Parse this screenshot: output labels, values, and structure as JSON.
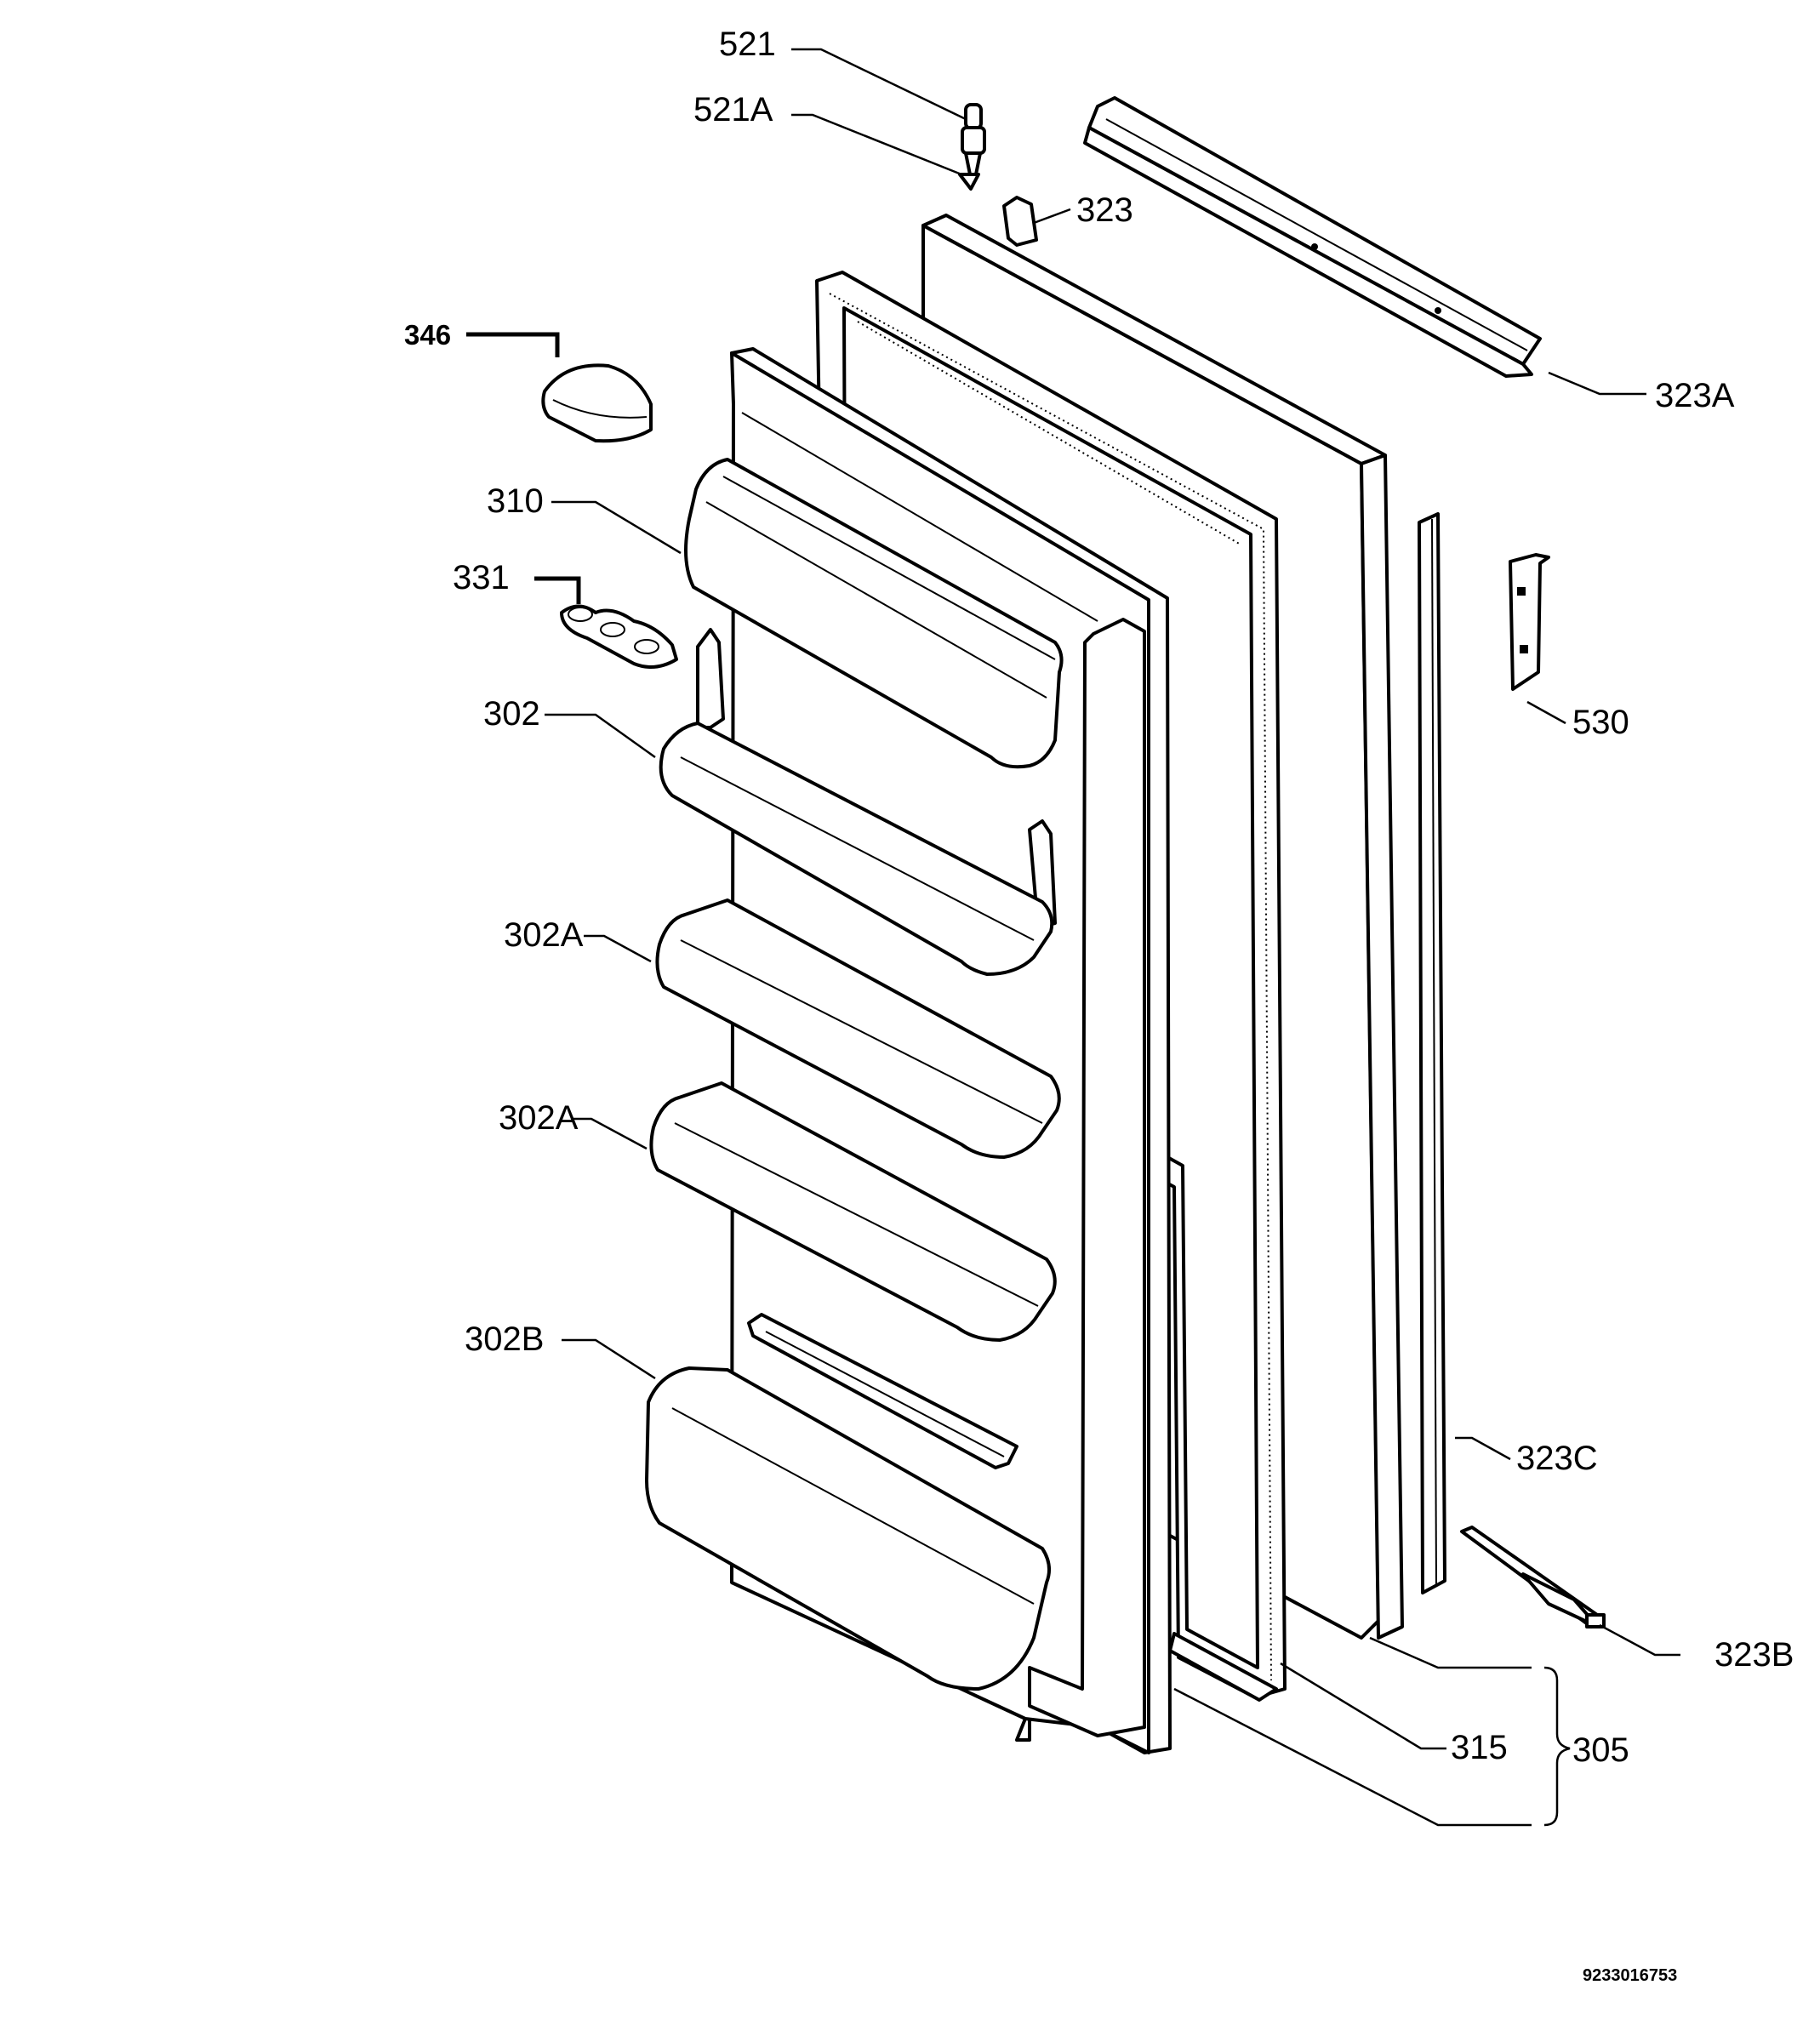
{
  "labels": {
    "l521": "521",
    "l521a": "521A",
    "l323": "323",
    "l323a": "323A",
    "l346": "346",
    "l310": "310",
    "l331": "331",
    "l530": "530",
    "l302": "302",
    "l302a_1": "302A",
    "l302a_2": "302A",
    "l302b": "302B",
    "l323c": "323C",
    "l323b": "323B",
    "l315": "315",
    "l305": "305"
  },
  "document_number": "9233016753"
}
